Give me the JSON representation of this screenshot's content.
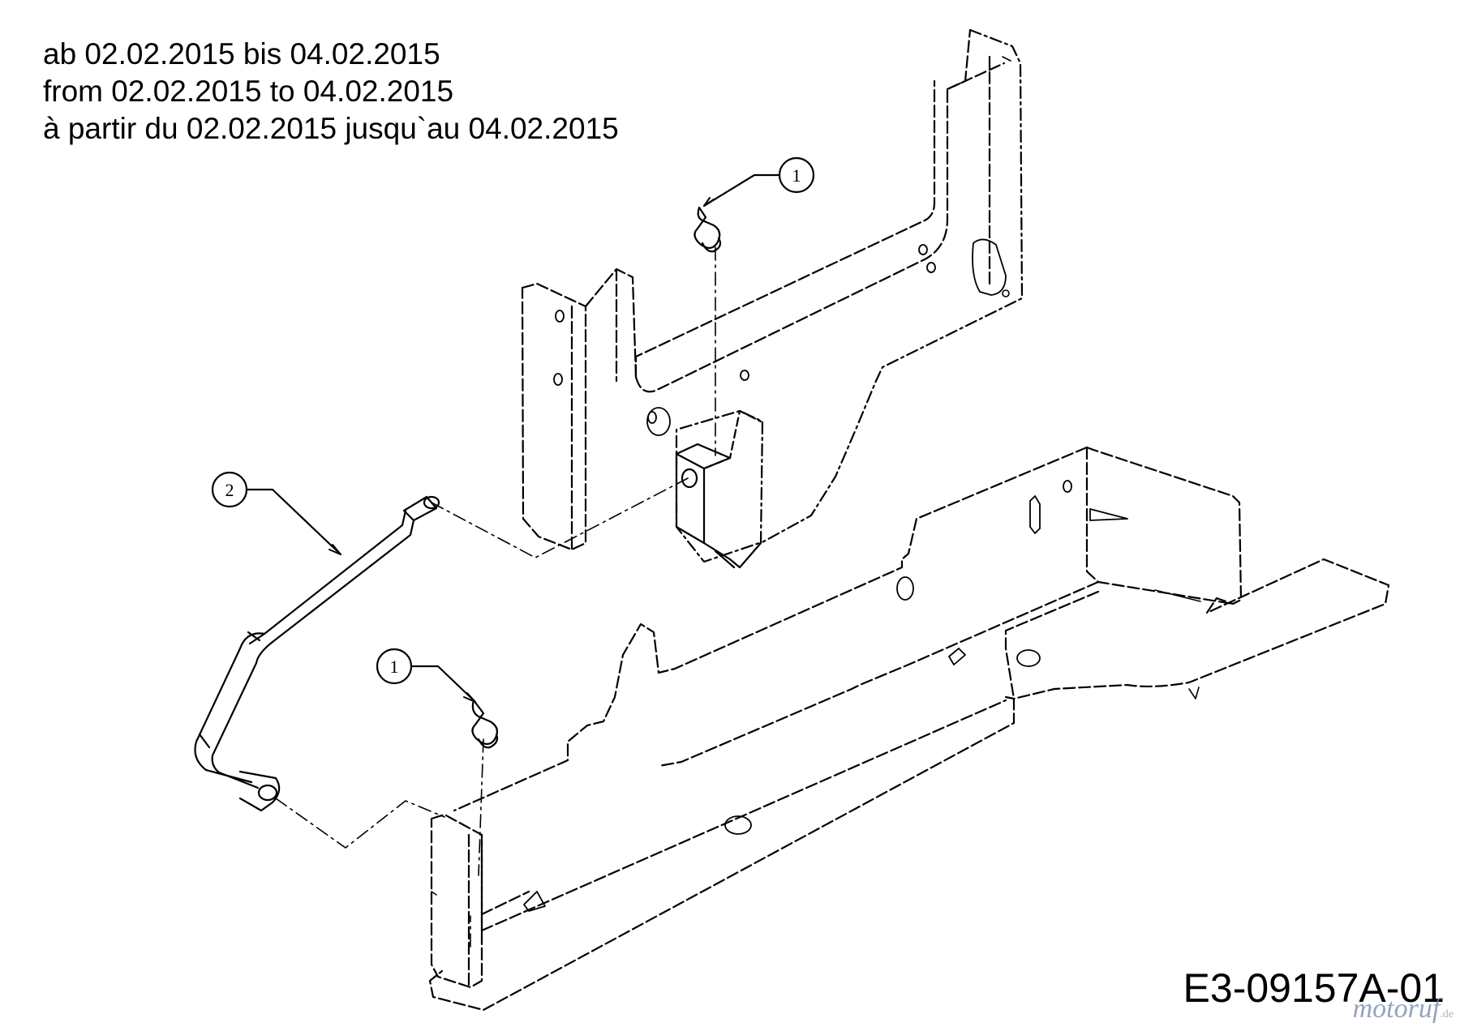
{
  "validity": {
    "line_de": "ab 02.02.2015 bis 04.02.2015",
    "line_en": "from 02.02.2015 to 04.02.2015",
    "line_fr": "à partir du 02.02.2015 jusqu`au 04.02.2015"
  },
  "callouts": [
    {
      "id": "callout-1-top",
      "number": "1"
    },
    {
      "id": "callout-2",
      "number": "2"
    },
    {
      "id": "callout-1-bottom",
      "number": "1"
    }
  ],
  "part_code": "E3-09157A-01",
  "watermark": {
    "text": "motoruf",
    "suffix": ".de"
  },
  "colors": {
    "line": "#000000",
    "background": "#ffffff"
  }
}
